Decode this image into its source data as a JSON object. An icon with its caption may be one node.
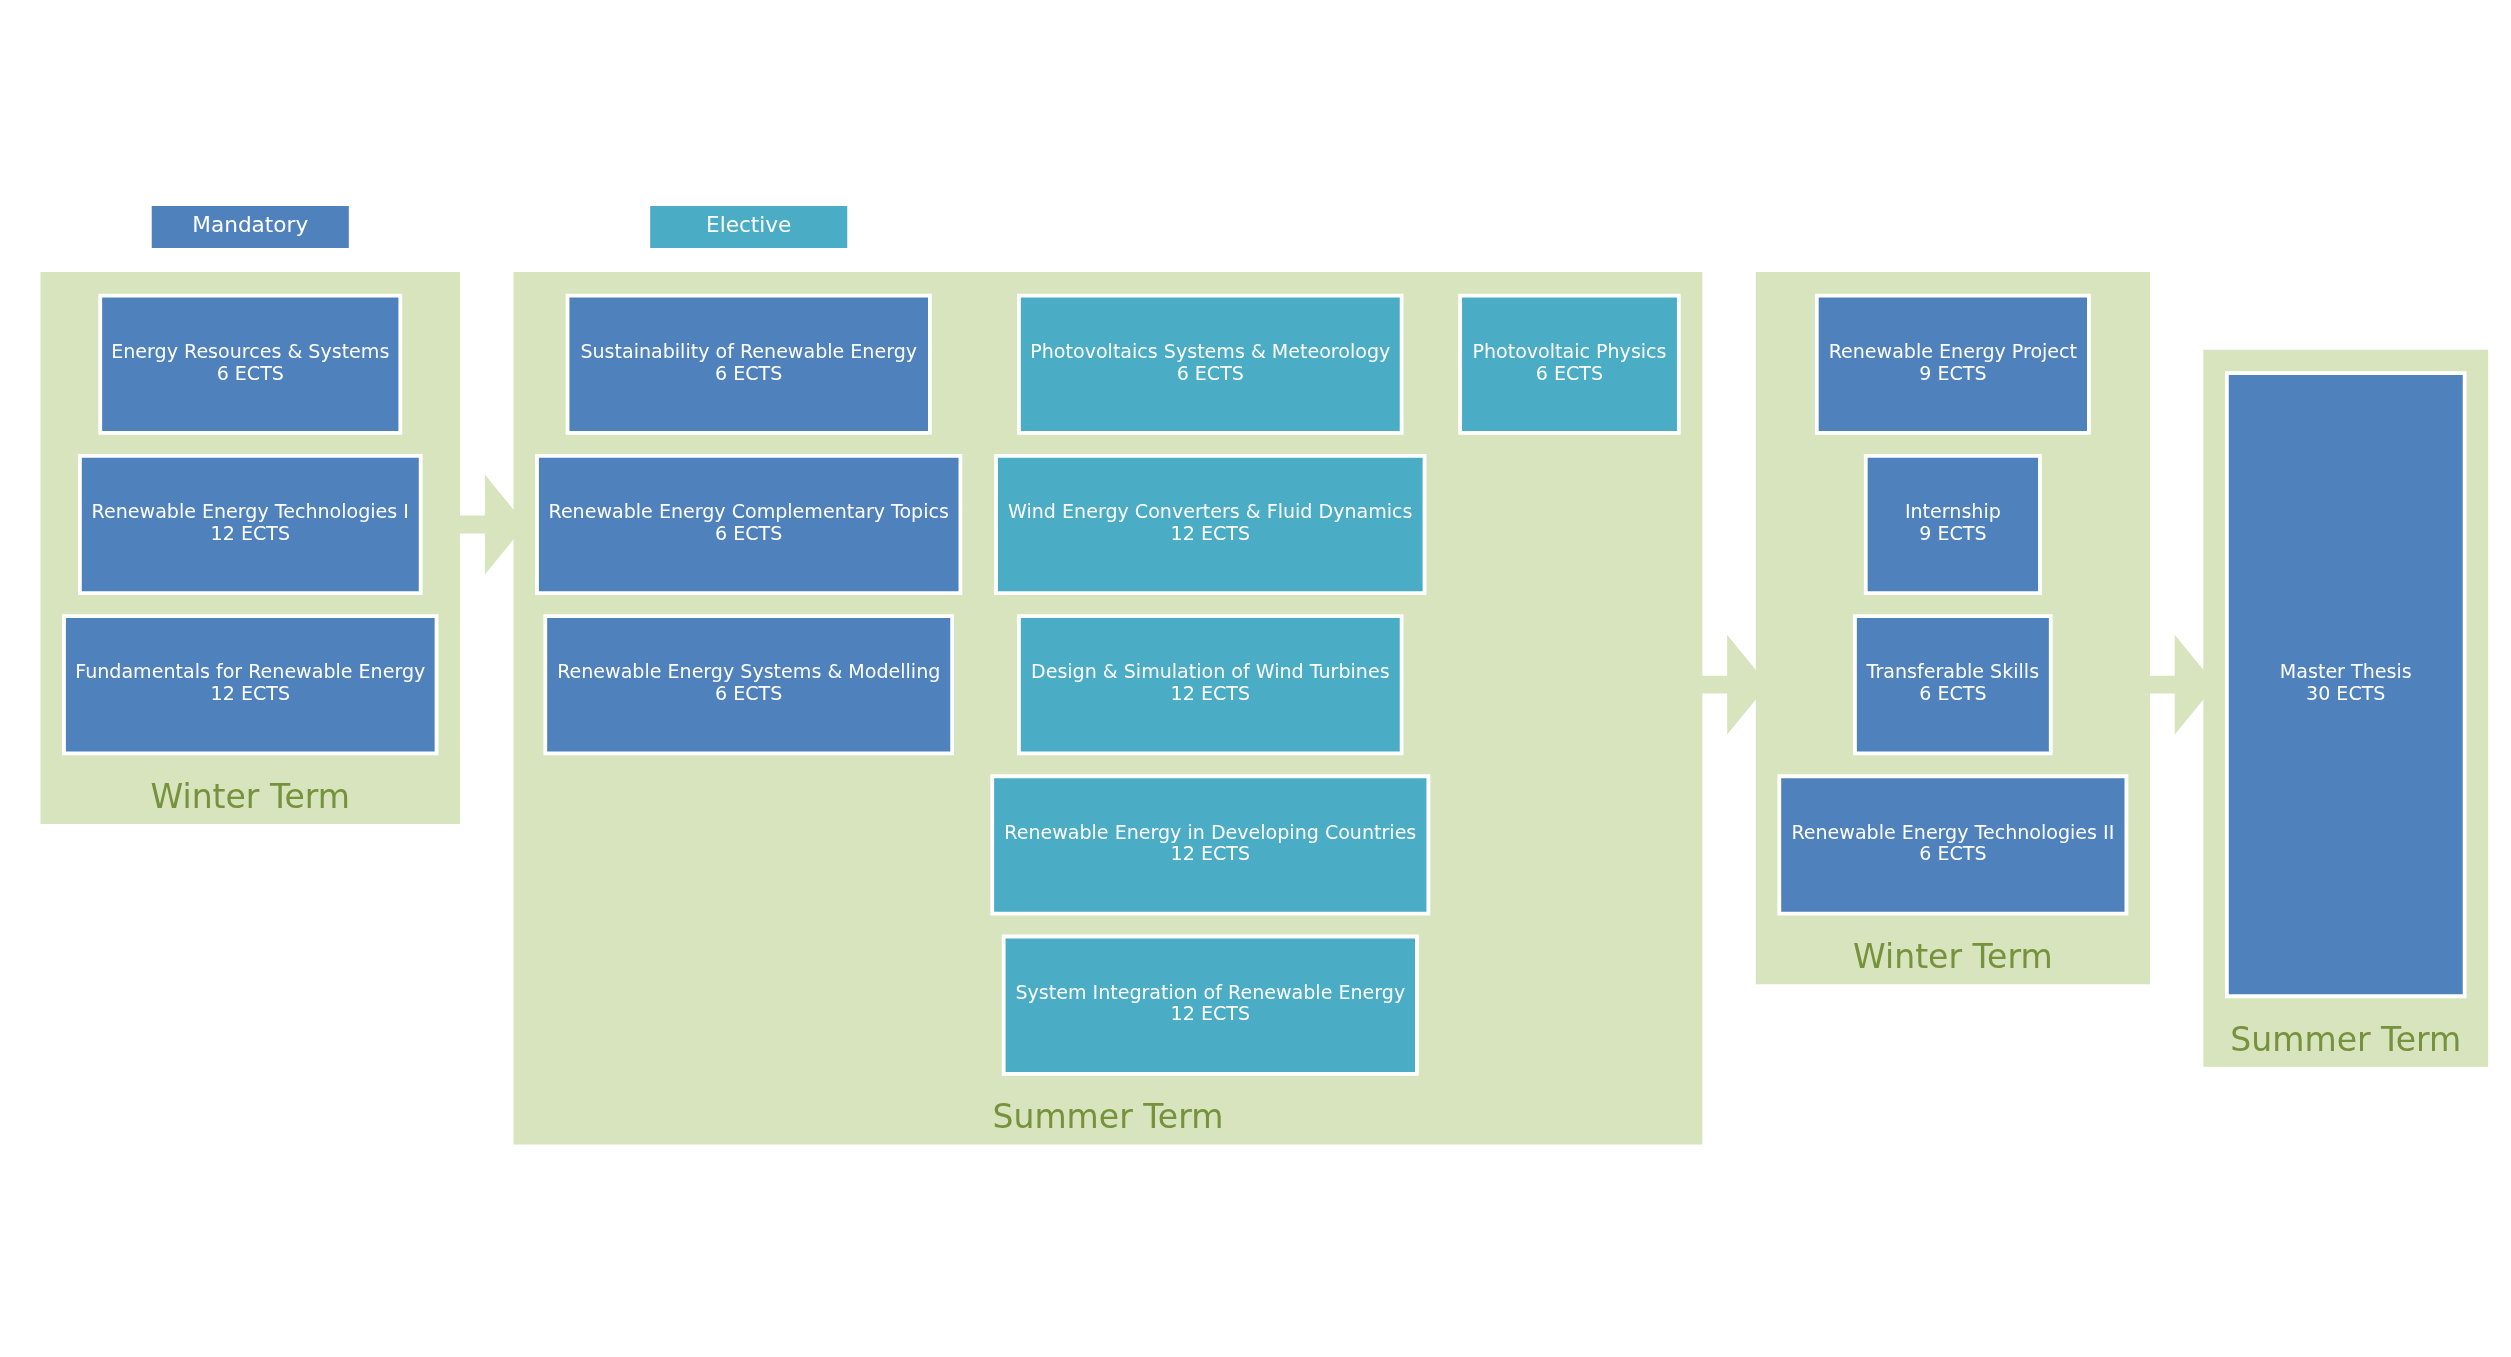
{
  "diagram": {
    "nodes": [
      {
        "text": [
          "Winter Term"
        ]
      },
      {
        "text": [
          "Energy Resources & Systems",
          "6 ECTS"
        ],
        "in": 0
      },
      {
        "text": [
          "Renewable Energy Technologies I",
          "12 ECTS"
        ],
        "in": 0
      },
      {
        "text": [
          "Fundamentals for Renewable Energy",
          "12 ECTS"
        ],
        "in": 0
      },
      {
        "text": [
          "Summer Term"
        ]
      },
      {
        "text": [
          "Sustainability of Renewable Energy",
          "6 ECTS"
        ],
        "in": 4
      },
      {
        "text": [
          "Renewable Energy Complementary Topics",
          "6 ECTS"
        ],
        "in": 4
      },
      {
        "text": [
          "Renewable Energy Systems & Modelling",
          "6 ECTS"
        ],
        "in": 4
      },
      {
        "text": [
          "Photovoltaics Systems & Meteorology",
          "6 ECTS"
        ],
        "in": 4
      },
      {
        "text": [
          "Photovoltaic Physics",
          "6 ECTS"
        ],
        "in": 4
      },
      {
        "text": [
          "Wind Energy Converters & Fluid Dynamics",
          "12 ECTS"
        ],
        "in": 4
      },
      {
        "text": [
          "Design & Simulation of Wind Turbines",
          "12 ECTS"
        ],
        "in": 4
      },
      {
        "text": [
          "Renewable Energy in Developing Countries",
          "12 ECTS"
        ],
        "in": 4
      },
      {
        "text": [
          "System Integration of Renewable Energy",
          "12 ECTS"
        ],
        "in": 4
      },
      {
        "text": [
          "Winter Term"
        ]
      },
      {
        "text": [
          "Renewable Energy Project",
          "9 ECTS"
        ],
        "in": 14
      },
      {
        "text": [
          "Internship",
          "9 ECTS"
        ],
        "in": 14
      },
      {
        "text": [
          "Transferable Skills",
          "6 ECTS"
        ],
        "in": 14
      },
      {
        "text": [
          "Renewable Energy Technologies II",
          "6 ECTS"
        ],
        "in": 14
      },
      {
        "text": [
          "Summer Term"
        ]
      },
      {
        "text": [
          "Master Thesis",
          "30 ECTS"
        ],
        "in": 19
      }
    ],
    "edges": [
      {
        "from": 0,
        "to": 4,
        "arrow": "to"
      },
      {
        "from": 4,
        "to": 14,
        "arrow": "to"
      },
      {
        "from": 14,
        "to": 19,
        "arrow": "to"
      }
    ],
    "legend": [
      {
        "text": "Mandatory",
        "color": "#4f81bd"
      },
      {
        "text": "Elective",
        "color": "#4bacc6"
      }
    ]
  }
}
